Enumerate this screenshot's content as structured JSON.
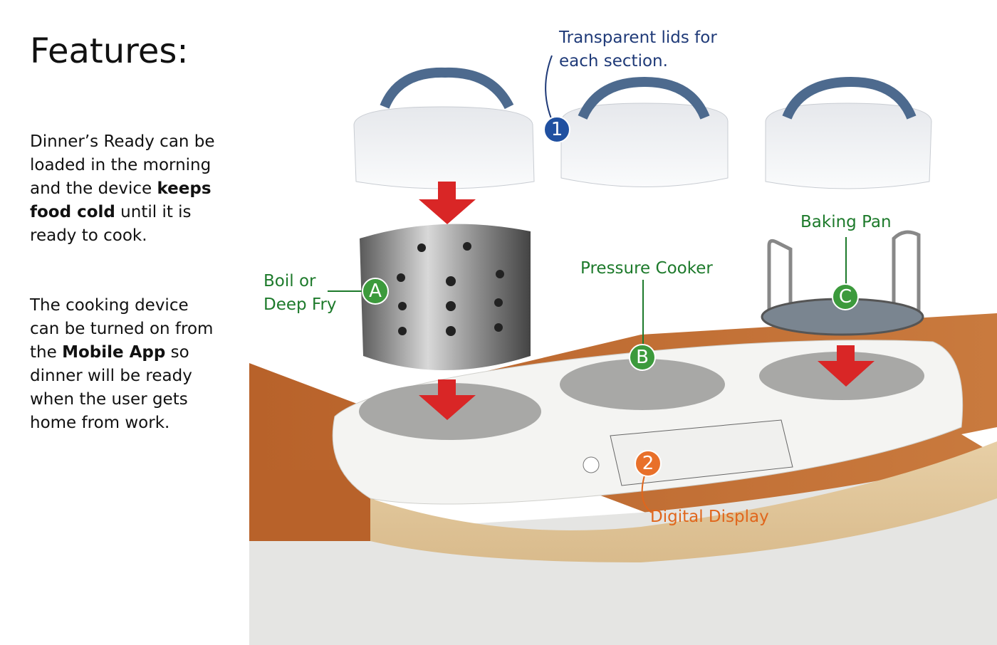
{
  "title": "Features:",
  "paragraphs": {
    "p1": {
      "t1": "Dinner’s Ready can be loaded in the morning and the device ",
      "b1": "keeps food cold",
      "t2": " until it is ready to cook."
    },
    "p2": {
      "t1": "The cooking device can be turned on from the ",
      "b1": "Mobile App",
      "t2": " so dinner will be ready when the user gets home from work."
    }
  },
  "callouts": {
    "lids": {
      "badge": "1",
      "line1": "Transparent lids for",
      "line2": "each section."
    },
    "boil": {
      "badge": "A",
      "line1": "Boil or",
      "line2": "Deep Fry"
    },
    "pressure": {
      "badge": "B",
      "label": "Pressure Cooker"
    },
    "baking": {
      "badge": "C",
      "label": "Baking Pan"
    },
    "display": {
      "badge": "2",
      "label": "Digital Display"
    }
  },
  "colors": {
    "green": "#1d7a2b",
    "blue": "#1f3a78",
    "orange": "#e0661c",
    "arrow": "#d92626"
  }
}
